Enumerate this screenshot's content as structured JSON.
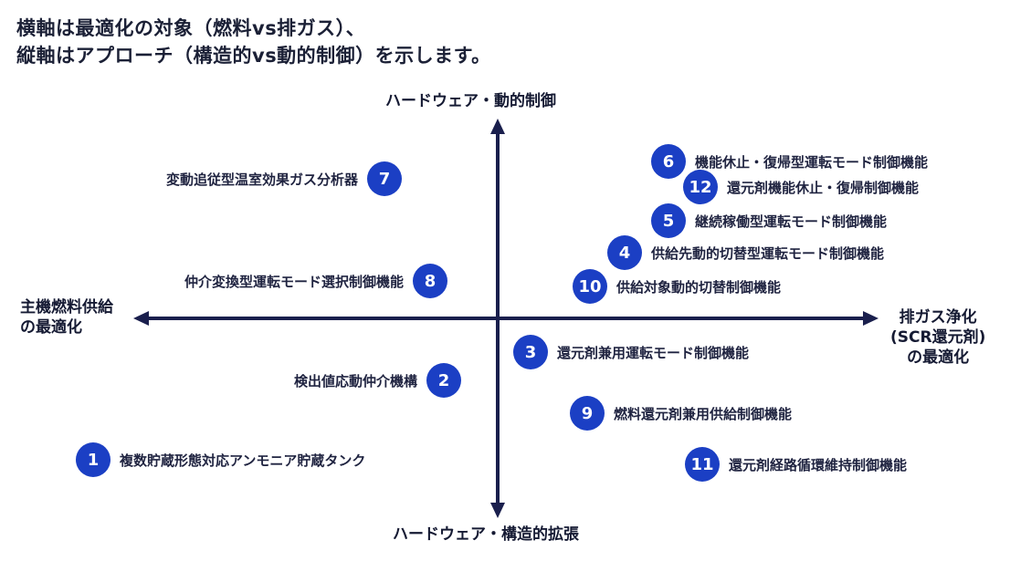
{
  "title": {
    "line1": "横軸は最適化の対象（燃料vs排ガス）、",
    "line2": "縦軸はアプローチ（構造的vs動的制御）を示します。"
  },
  "axes": {
    "top": "ハードウェア・動的制御",
    "bottom": "ハードウェア・構造的拡張",
    "left_line1": "主機燃料供給",
    "left_line2": "の最適化",
    "right_line1": "排ガス浄化",
    "right_line2": "(SCR還元剤)",
    "right_line3": "の最適化"
  },
  "items": [
    {
      "num": "1",
      "label": "複数貯蔵形態対応アンモニア貯蔵タンク"
    },
    {
      "num": "2",
      "label": "検出値応動仲介機構"
    },
    {
      "num": "3",
      "label": "還元剤兼用運転モード制御機能"
    },
    {
      "num": "4",
      "label": "供給先動的切替型運転モード制御機能"
    },
    {
      "num": "5",
      "label": "継続稼働型運転モード制御機能"
    },
    {
      "num": "6",
      "label": "機能休止・復帰型運転モード制御機能"
    },
    {
      "num": "7",
      "label": "変動追従型温室効果ガス分析器"
    },
    {
      "num": "8",
      "label": "仲介変換型運転モード選択制御機能"
    },
    {
      "num": "9",
      "label": "燃料還元剤兼用供給制御機能"
    },
    {
      "num": "10",
      "label": "供給対象動的切替制御機能"
    },
    {
      "num": "11",
      "label": "還元剤経路循環維持制御機能"
    },
    {
      "num": "12",
      "label": "還元剤機能休止・復帰制御機能"
    }
  ],
  "colors": {
    "badge": "#1b3fc4",
    "axis": "#1a1f4d"
  }
}
